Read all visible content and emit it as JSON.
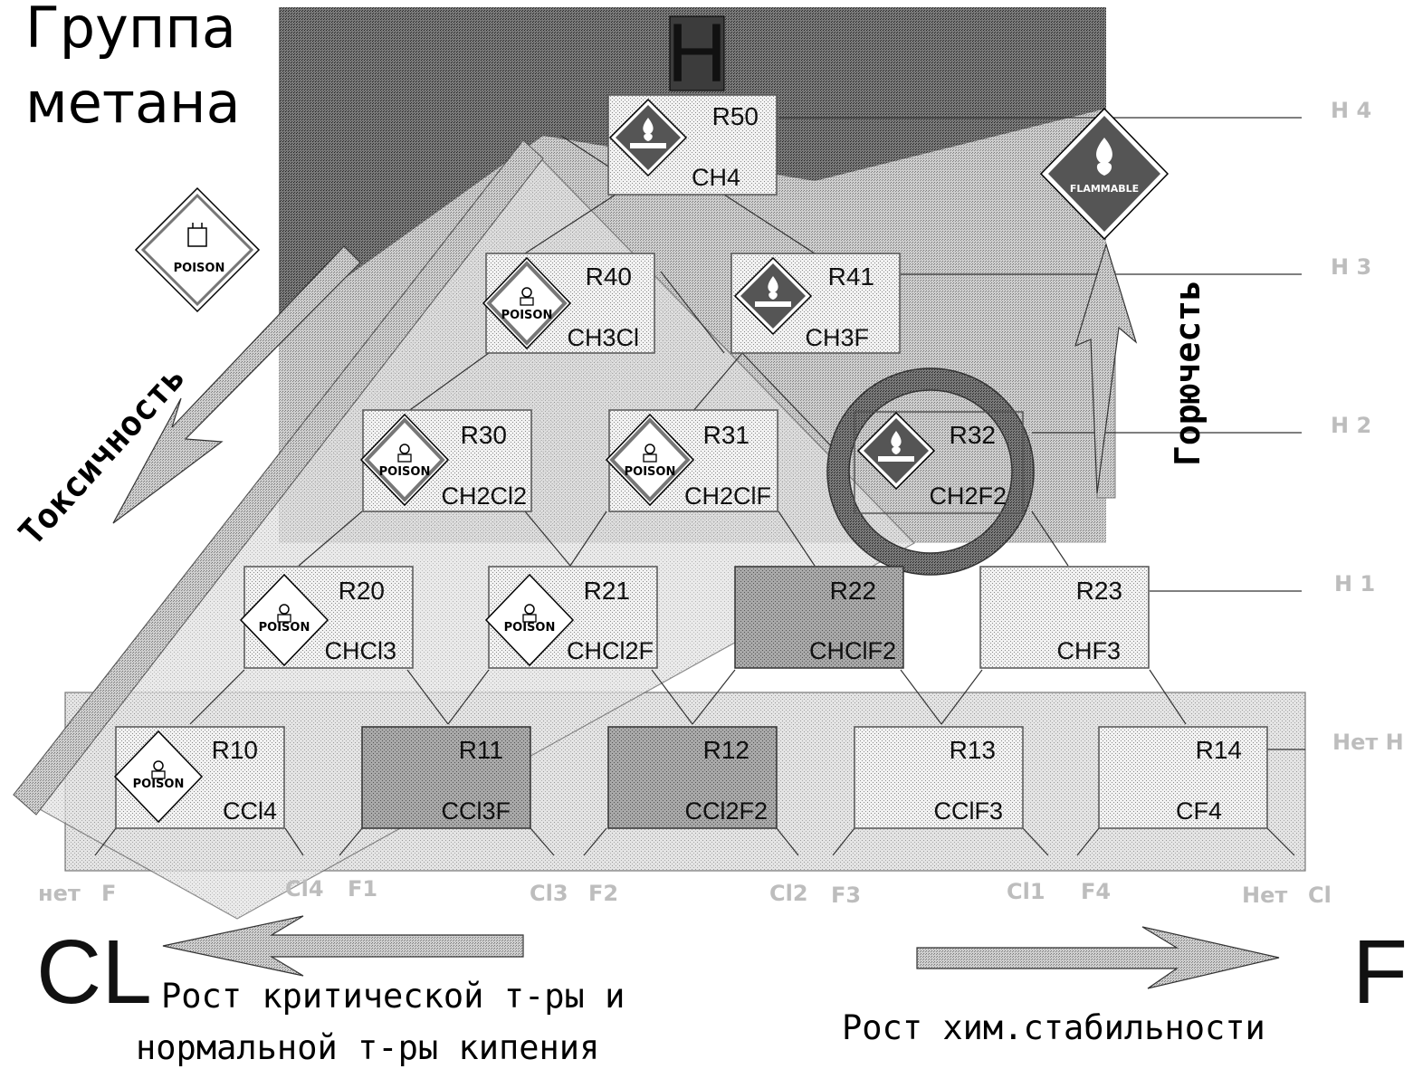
{
  "title_line1": "Группа",
  "title_line2": "метана",
  "h_letter": "H",
  "cl_letter": "CL",
  "f_letter": "F",
  "toxicity_label": "Токсичность",
  "flammability_label": "Горючесть",
  "cl_caption_line1": "Рост критической т-ры и",
  "cl_caption_line2": "нормальной т-ры кипения",
  "f_caption": "Рост хим.стабильности",
  "poison_label": "POISON",
  "flammable_label": "FLAMMABLE",
  "h_levels": [
    "H 4",
    "H 3",
    "H 2",
    "H 1",
    "Нет H"
  ],
  "bottom_labels": [
    {
      "cl": "нет",
      "f": "F"
    },
    {
      "cl": "Cl4",
      "f": "F1"
    },
    {
      "cl": "Cl3",
      "f": "F2"
    },
    {
      "cl": "Cl2",
      "f": "F3"
    },
    {
      "cl": "Cl1",
      "f": "F4"
    },
    {
      "cl": "Нет",
      "f": "Cl"
    }
  ],
  "refrigerants": {
    "R50": {
      "code": "R50",
      "formula": "CH4",
      "badge": "flammable"
    },
    "R40": {
      "code": "R40",
      "formula": "CH3Cl",
      "badge": "poison"
    },
    "R41": {
      "code": "R41",
      "formula": "CH3F",
      "badge": "flammable"
    },
    "R30": {
      "code": "R30",
      "formula": "CH2Cl2",
      "badge": "poison"
    },
    "R31": {
      "code": "R31",
      "formula": "CH2ClF",
      "badge": "poison"
    },
    "R32": {
      "code": "R32",
      "formula": "CH2F2",
      "badge": "flammable"
    },
    "R20": {
      "code": "R20",
      "formula": "CHCl3",
      "badge": "poison"
    },
    "R21": {
      "code": "R21",
      "formula": "CHCl2F",
      "badge": "poison"
    },
    "R22": {
      "code": "R22",
      "formula": "CHClF2",
      "badge": "none"
    },
    "R23": {
      "code": "R23",
      "formula": "CHF3",
      "badge": "none"
    },
    "R10": {
      "code": "R10",
      "formula": "CCl4",
      "badge": "poison"
    },
    "R11": {
      "code": "R11",
      "formula": "CCl3F",
      "badge": "none"
    },
    "R12": {
      "code": "R12",
      "formula": "CCl2F2",
      "badge": "none"
    },
    "R13": {
      "code": "R13",
      "formula": "CClF3",
      "badge": "none"
    },
    "R14": {
      "code": "R14",
      "formula": "CF4",
      "badge": "none"
    }
  }
}
